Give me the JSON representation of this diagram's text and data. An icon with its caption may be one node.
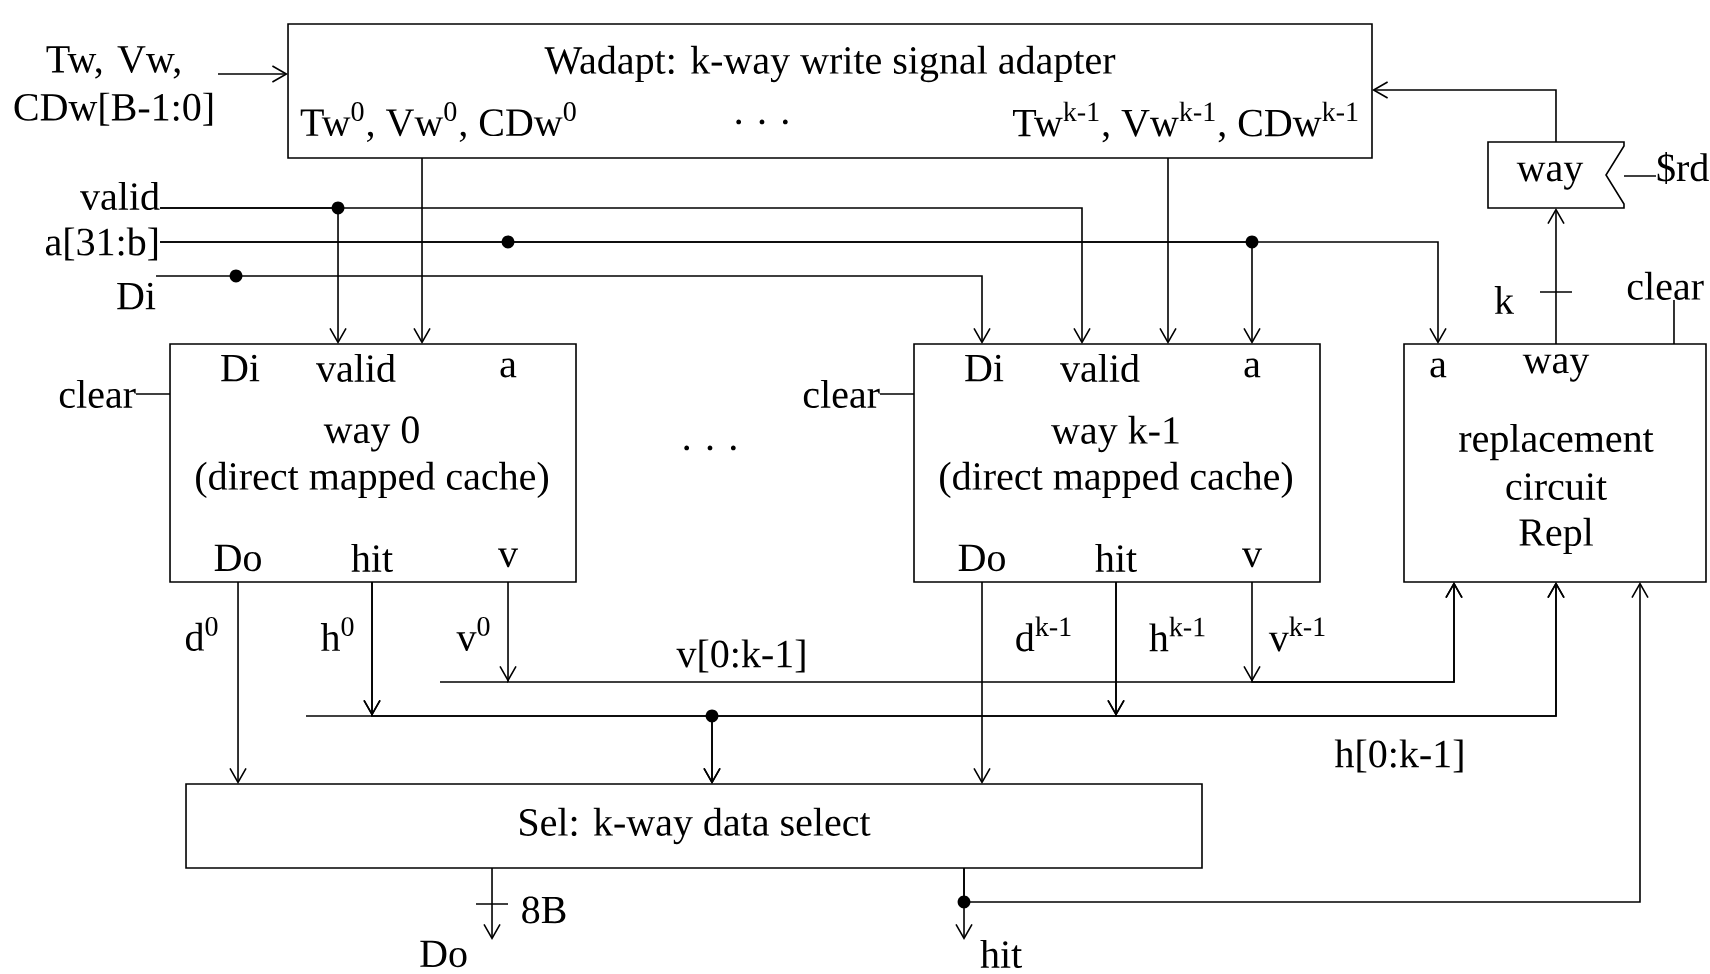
{
  "diagram": {
    "nodes": [
      {
        "text": [
          "Wadapt: k-way write signal adapter",
          "Tw$^{0}$, Vw$^{0}$, CDw$^{0}$",
          ". . .",
          "Tw$^{k-1}$, Vw$^{k-1}$, CDw$^{k-1}$"
        ]
      },
      {
        "text": [
          "way"
        ]
      },
      {
        "text": [
          "Di",
          "valid",
          "a",
          "way 0",
          "(direct mapped cache)",
          "Do",
          "hit",
          "v"
        ]
      },
      {
        "text": [
          "Di",
          "valid",
          "a",
          "way k-1",
          "(direct mapped cache)",
          "Do",
          "hit",
          "v"
        ]
      },
      {
        "text": [
          "a",
          "way",
          "replacement circuit",
          "Repl"
        ]
      },
      {
        "text": [
          "Sel: k-way data select"
        ]
      },
      {
        "text": [
          "Tw, Vw, CDw[B-1:0]"
        ]
      },
      {
        "text": [
          "valid"
        ]
      },
      {
        "text": [
          "a[31:b]"
        ]
      },
      {
        "text": [
          "Di"
        ]
      },
      {
        "text": [
          "clear"
        ]
      },
      {
        "text": [
          "clear"
        ]
      },
      {
        "text": [
          "clear"
        ]
      },
      {
        "text": [
          "$rd"
        ]
      },
      {
        "text": [
          "Do"
        ]
      },
      {
        "text": [
          "hit"
        ]
      }
    ],
    "edges": [
      {
        "from": 6,
        "to": 0,
        "arrow": "to"
      },
      {
        "from": 0,
        "to": 2,
        "arrow": "to"
      },
      {
        "from": 0,
        "to": 3,
        "arrow": "to"
      },
      {
        "from": 1,
        "to": 0,
        "arrow": "to"
      },
      {
        "from": 4,
        "to": 1,
        "arrow": "to",
        "label": "k"
      },
      {
        "from": 13,
        "to": 1,
        "arrow": "none"
      },
      {
        "from": 7,
        "to": 2,
        "arrow": "to"
      },
      {
        "from": 7,
        "to": 3,
        "arrow": "to"
      },
      {
        "from": 8,
        "to": 3,
        "arrow": "to"
      },
      {
        "from": 8,
        "to": 4,
        "arrow": "to"
      },
      {
        "from": 9,
        "to": 3,
        "arrow": "to"
      },
      {
        "from": 10,
        "to": 2,
        "arrow": "none"
      },
      {
        "from": 11,
        "to": 3,
        "arrow": "none"
      },
      {
        "from": 12,
        "to": 4,
        "arrow": "none"
      },
      {
        "from": 2,
        "to": 5,
        "arrow": "to",
        "label": "d$^{0}$"
      },
      {
        "from": 3,
        "to": 5,
        "arrow": "to",
        "label": "d$^{k-1}$"
      },
      {
        "from": 2,
        "to": 4,
        "arrow": "to",
        "label": "v$^{0}$"
      },
      {
        "from": 3,
        "to": 4,
        "arrow": "to",
        "label": "v$^{k-1}$"
      },
      {
        "from": 2,
        "to": 4,
        "arrow": "to",
        "label": "h$^{0}$"
      },
      {
        "from": 2,
        "to": 5,
        "arrow": "to"
      },
      {
        "from": 3,
        "to": 4,
        "arrow": "to",
        "label": "h$^{k-1}$"
      },
      {
        "from": 3,
        "to": 5,
        "arrow": "to"
      },
      {
        "from": 5,
        "to": 14,
        "arrow": "to",
        "label": "8B"
      },
      {
        "from": 5,
        "to": 15,
        "arrow": "to"
      },
      {
        "from": 5,
        "to": 4,
        "arrow": "to"
      }
    ],
    "labels": [
      ". . .",
      "v[0:k-1]",
      "h[0:k-1]"
    ]
  }
}
